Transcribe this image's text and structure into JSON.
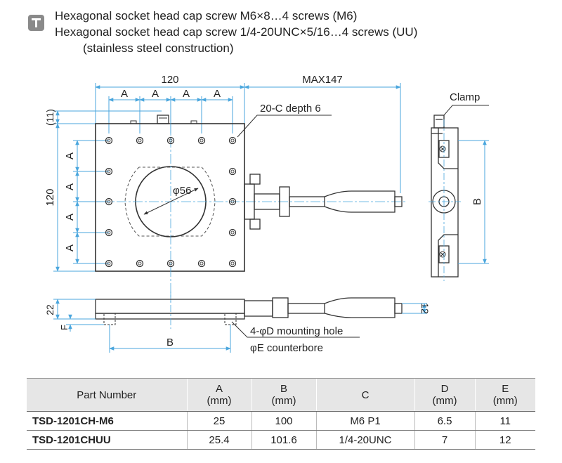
{
  "notes": {
    "line1": "Hexagonal socket head cap screw M6×8…4 screws (M6)",
    "line2": "Hexagonal socket head cap screw 1/4-20UNC×5/16…4 screws (UU)",
    "line3": "(stainless steel construction)"
  },
  "drawing": {
    "width_120": "120",
    "max147": "MAX147",
    "a_label": "A",
    "dim_11": "(11)",
    "height_120": "120",
    "tapped_note": "20-C depth 6",
    "diameter": "φ56",
    "clamp": "Clamp",
    "b_label": "B",
    "dim_22": "22",
    "dim_f": "F",
    "dim_12": "12",
    "mount_note_1": "4-φD mounting hole",
    "mount_note_2": "φE counterbore"
  },
  "table": {
    "headers": [
      {
        "name": "Part Number",
        "unit": ""
      },
      {
        "name": "A",
        "unit": "(mm)"
      },
      {
        "name": "B",
        "unit": "(mm)"
      },
      {
        "name": "C",
        "unit": ""
      },
      {
        "name": "D",
        "unit": "(mm)"
      },
      {
        "name": "E",
        "unit": "(mm)"
      }
    ],
    "rows": [
      [
        "TSD-1201CH-M6",
        "25",
        "100",
        "M6 P1",
        "6.5",
        "11"
      ],
      [
        "TSD-1201CHUU",
        "25.4",
        "101.6",
        "1/4-20UNC",
        "7",
        "12"
      ]
    ]
  },
  "colors": {
    "dimension_line": "#4aa6dd",
    "outline": "#333333",
    "header_bg": "#e6e6e6"
  }
}
